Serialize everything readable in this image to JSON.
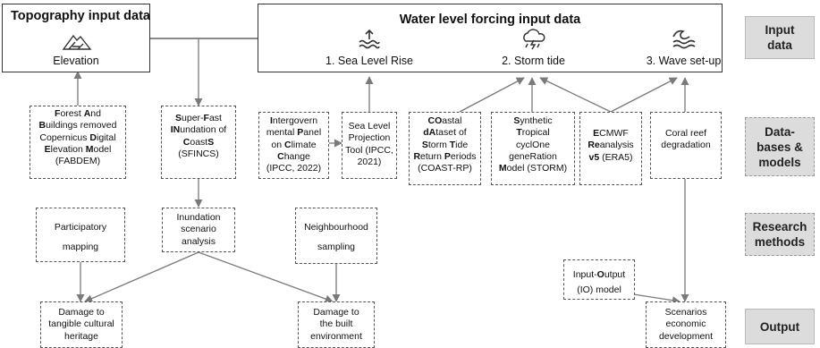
{
  "topography": {
    "title": "Topography input data",
    "elevation_label": "Elevation"
  },
  "water": {
    "title": "Water level forcing input data",
    "slr_label": "1. Sea Level Rise",
    "storm_label": "2. Storm tide",
    "wave_label": "3. Wave set-up"
  },
  "side_labels": {
    "input": [
      "Input",
      "data"
    ],
    "databases": [
      "Data-",
      "bases &",
      "models"
    ],
    "research": [
      "Research",
      "methods"
    ],
    "output": [
      "Output"
    ]
  },
  "databases": [
    {
      "id": "fabdem",
      "lines": [
        [
          [
            "F",
            true
          ],
          [
            "orest ",
            false
          ],
          [
            "A",
            true
          ],
          [
            "nd",
            false
          ]
        ],
        [
          [
            "B",
            true
          ],
          [
            "uildings removed",
            false
          ]
        ],
        [
          [
            "Copernicus ",
            false
          ],
          [
            "D",
            true
          ],
          [
            "igital",
            false
          ]
        ],
        [
          [
            "E",
            true
          ],
          [
            "levation ",
            false
          ],
          [
            "M",
            true
          ],
          [
            "odel",
            false
          ]
        ],
        [
          [
            "(FABDEM)",
            false
          ]
        ]
      ]
    },
    {
      "id": "sfincs",
      "lines": [
        [
          [
            "S",
            true
          ],
          [
            "uper-",
            false
          ],
          [
            "F",
            true
          ],
          [
            "ast",
            false
          ]
        ],
        [
          [
            "IN",
            true
          ],
          [
            "undation of",
            false
          ]
        ],
        [
          [
            "C",
            true
          ],
          [
            "oast",
            false
          ],
          [
            "S",
            true
          ]
        ],
        [
          [
            "(SFINCS)",
            false
          ]
        ]
      ]
    },
    {
      "id": "ipcc",
      "lines": [
        [
          [
            "I",
            true
          ],
          [
            "ntergovern",
            false
          ]
        ],
        [
          [
            "mental ",
            false
          ],
          [
            "P",
            true
          ],
          [
            "anel",
            false
          ]
        ],
        [
          [
            "on ",
            false
          ],
          [
            "C",
            true
          ],
          [
            "limate",
            false
          ]
        ],
        [
          [
            "C",
            true
          ],
          [
            "hange",
            false
          ]
        ],
        [
          [
            "(IPCC, 2022)",
            false
          ]
        ]
      ]
    },
    {
      "id": "slr-tool",
      "lines": [
        [
          [
            "Sea Level",
            false
          ]
        ],
        [
          [
            "Projection",
            false
          ]
        ],
        [
          [
            "Tool (IPCC,",
            false
          ]
        ],
        [
          [
            "2021)",
            false
          ]
        ]
      ]
    },
    {
      "id": "coast-rp",
      "lines": [
        [
          [
            "CO",
            true
          ],
          [
            "astal",
            false
          ]
        ],
        [
          [
            "dA",
            true
          ],
          [
            "taset of",
            false
          ]
        ],
        [
          [
            "S",
            true
          ],
          [
            "torm ",
            false
          ],
          [
            "T",
            true
          ],
          [
            "ide",
            false
          ]
        ],
        [
          [
            "R",
            true
          ],
          [
            "eturn ",
            false
          ],
          [
            "P",
            true
          ],
          [
            "eriods",
            false
          ]
        ],
        [
          [
            "(COAST-RP)",
            false
          ]
        ]
      ]
    },
    {
      "id": "storm",
      "lines": [
        [
          [
            "S",
            true
          ],
          [
            "ynthetic",
            false
          ]
        ],
        [
          [
            "T",
            true
          ],
          [
            "ropical",
            false
          ]
        ],
        [
          [
            "cyclO",
            false
          ],
          [
            "ne",
            false
          ]
        ],
        [
          [
            "geneR",
            false
          ],
          [
            "ation",
            false
          ]
        ],
        [
          [
            "M",
            true
          ],
          [
            "odel (STORM)",
            false
          ]
        ]
      ]
    },
    {
      "id": "era5",
      "lines": [
        [
          [
            "E",
            true
          ],
          [
            "CMWF",
            false
          ]
        ],
        [
          [
            "Re",
            true
          ],
          [
            "analysis",
            false
          ]
        ],
        [
          [
            "v5",
            true
          ],
          [
            " (ERA5)",
            false
          ]
        ]
      ]
    },
    {
      "id": "coral",
      "lines": [
        [
          [
            "Coral reef",
            false
          ]
        ],
        [
          [
            "degradation",
            false
          ]
        ]
      ]
    }
  ],
  "methods": [
    {
      "id": "participatory",
      "lines": [
        [
          [
            "Participatory",
            false
          ]
        ],
        [
          [
            "mapping",
            false
          ]
        ]
      ]
    },
    {
      "id": "inundation",
      "lines": [
        [
          [
            "Inundation",
            false
          ]
        ],
        [
          [
            "scenario",
            false
          ]
        ],
        [
          [
            "analysis",
            false
          ]
        ]
      ]
    },
    {
      "id": "neighbourhood",
      "lines": [
        [
          [
            "Neighbourhood",
            false
          ]
        ],
        [
          [
            "sampling",
            false
          ]
        ]
      ]
    },
    {
      "id": "io-model",
      "lines": [
        [
          [
            "Input-",
            false
          ],
          [
            "O",
            true
          ],
          [
            "utput",
            false
          ]
        ],
        [
          [
            "(IO) model",
            false
          ]
        ]
      ]
    }
  ],
  "outputs": [
    {
      "id": "cultural",
      "lines": [
        [
          [
            "Damage to",
            false
          ]
        ],
        [
          [
            "tangible cultural",
            false
          ]
        ],
        [
          [
            "heritage",
            false
          ]
        ]
      ]
    },
    {
      "id": "built",
      "lines": [
        [
          [
            "Damage to",
            false
          ]
        ],
        [
          [
            "the built",
            false
          ]
        ],
        [
          [
            "environment",
            false
          ]
        ]
      ]
    },
    {
      "id": "economic",
      "lines": [
        [
          [
            "Scenarios",
            false
          ]
        ],
        [
          [
            "economic",
            false
          ]
        ],
        [
          [
            "development",
            false
          ]
        ]
      ]
    }
  ]
}
